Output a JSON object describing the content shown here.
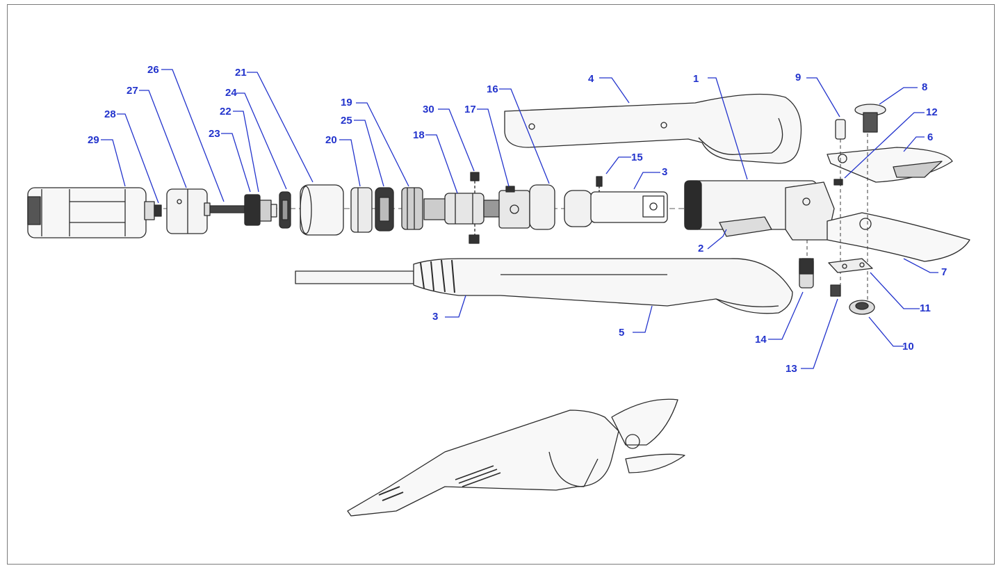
{
  "diagram": {
    "callout_color": "#2233cc",
    "line_color": "#2a2a2a",
    "parts": [
      {
        "id": "p1",
        "number": "1"
      },
      {
        "id": "p2",
        "number": "2"
      },
      {
        "id": "p3a",
        "number": "3"
      },
      {
        "id": "p3b",
        "number": "3"
      },
      {
        "id": "p4",
        "number": "4"
      },
      {
        "id": "p5",
        "number": "5"
      },
      {
        "id": "p6",
        "number": "6"
      },
      {
        "id": "p7",
        "number": "7"
      },
      {
        "id": "p8",
        "number": "8"
      },
      {
        "id": "p9",
        "number": "9"
      },
      {
        "id": "p10",
        "number": "10"
      },
      {
        "id": "p11",
        "number": "11"
      },
      {
        "id": "p12",
        "number": "12"
      },
      {
        "id": "p13",
        "number": "13"
      },
      {
        "id": "p14",
        "number": "14"
      },
      {
        "id": "p15",
        "number": "15"
      },
      {
        "id": "p16",
        "number": "16"
      },
      {
        "id": "p17",
        "number": "17"
      },
      {
        "id": "p18",
        "number": "18"
      },
      {
        "id": "p19",
        "number": "19"
      },
      {
        "id": "p20",
        "number": "20"
      },
      {
        "id": "p21",
        "number": "21"
      },
      {
        "id": "p22",
        "number": "22"
      },
      {
        "id": "p23",
        "number": "23"
      },
      {
        "id": "p24",
        "number": "24"
      },
      {
        "id": "p25",
        "number": "25"
      },
      {
        "id": "p26",
        "number": "26"
      },
      {
        "id": "p27",
        "number": "27"
      },
      {
        "id": "p28",
        "number": "28"
      },
      {
        "id": "p29",
        "number": "29"
      },
      {
        "id": "p30",
        "number": "30"
      }
    ]
  }
}
